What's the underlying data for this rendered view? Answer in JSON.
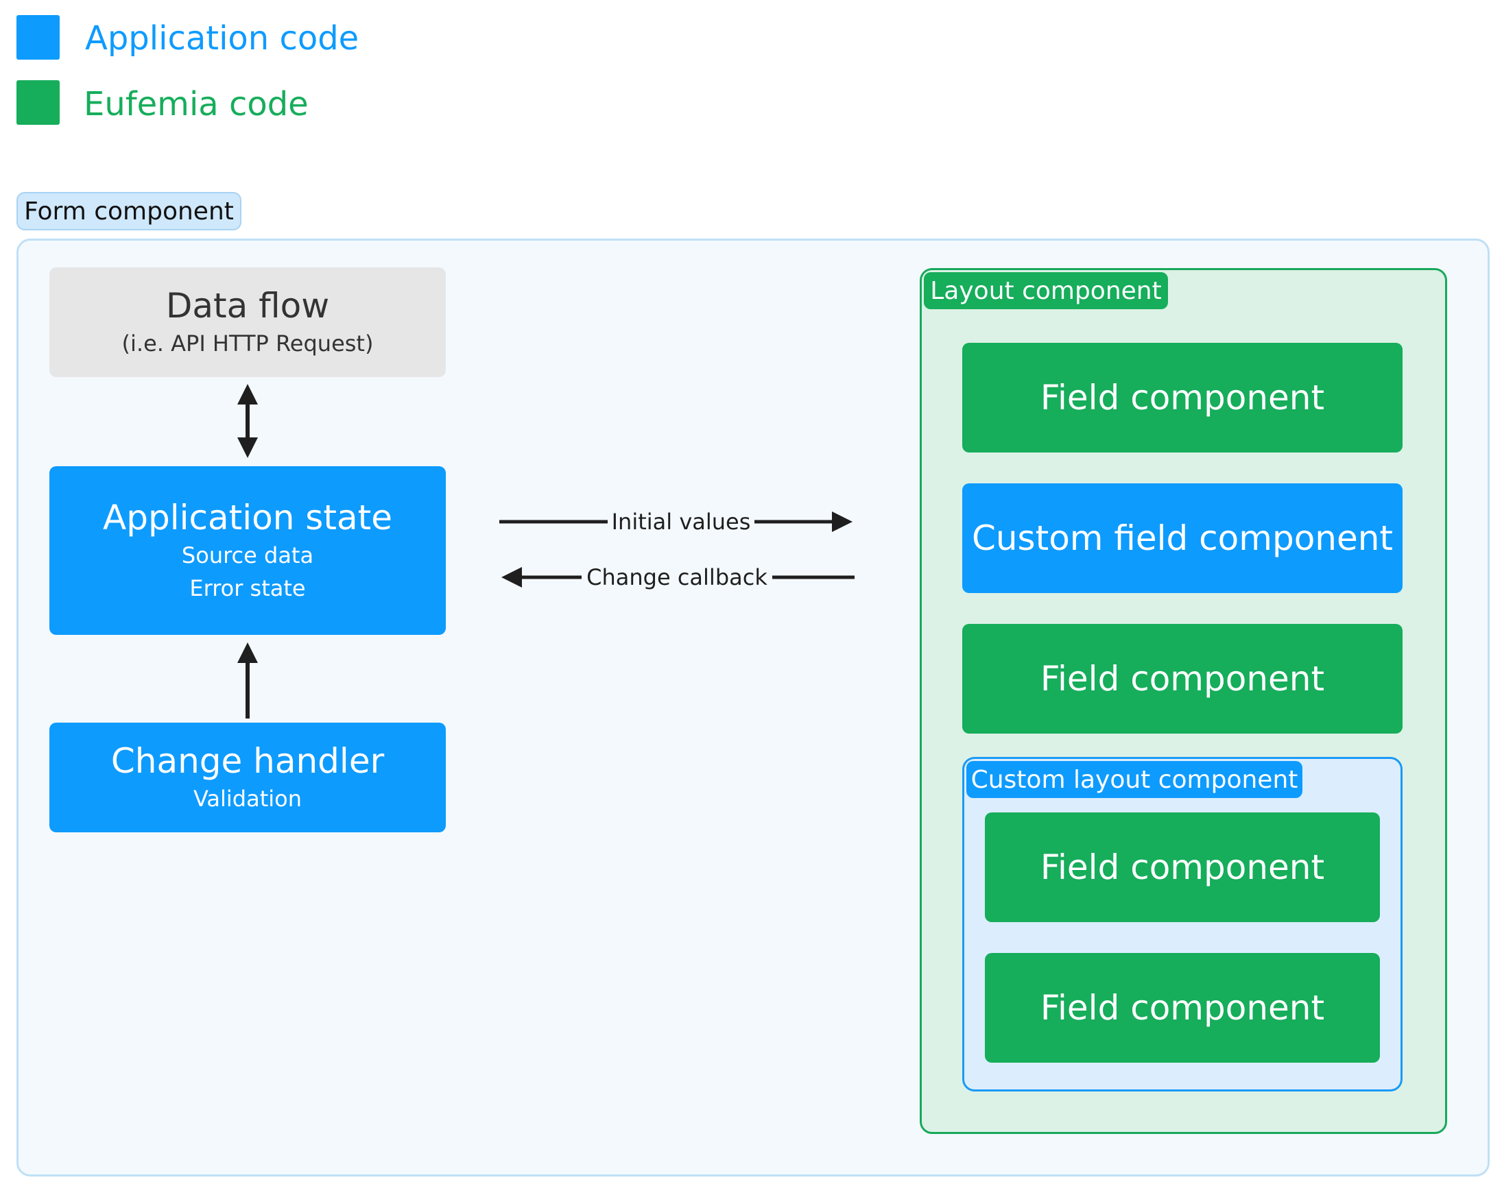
{
  "legend": {
    "items": [
      {
        "label": "Application code",
        "color": "#0e9bfe"
      },
      {
        "label": "Eufemia code",
        "color": "#16ad5b"
      }
    ]
  },
  "form": {
    "tag": "Form component"
  },
  "data_flow": {
    "title": "Data flow",
    "subtitle": "(i.e. API HTTP Request)"
  },
  "app_state": {
    "title": "Application state",
    "lines": [
      "Source data",
      "Error state"
    ]
  },
  "change_handler": {
    "title": "Change handler",
    "subtitle": "Validation"
  },
  "arrows": {
    "initial_values": "Initial values",
    "change_callback": "Change callback"
  },
  "layout": {
    "tag": "Layout component",
    "fields": [
      "Field component",
      "Custom field component",
      "Field component"
    ],
    "custom_layout": {
      "tag": "Custom layout component",
      "fields": [
        "Field component",
        "Field component"
      ]
    }
  },
  "colors": {
    "application": "#0e9bfe",
    "eufemia": "#16ad5b",
    "gray": "#e6e6e6",
    "arrow": "#1f1f1f"
  }
}
